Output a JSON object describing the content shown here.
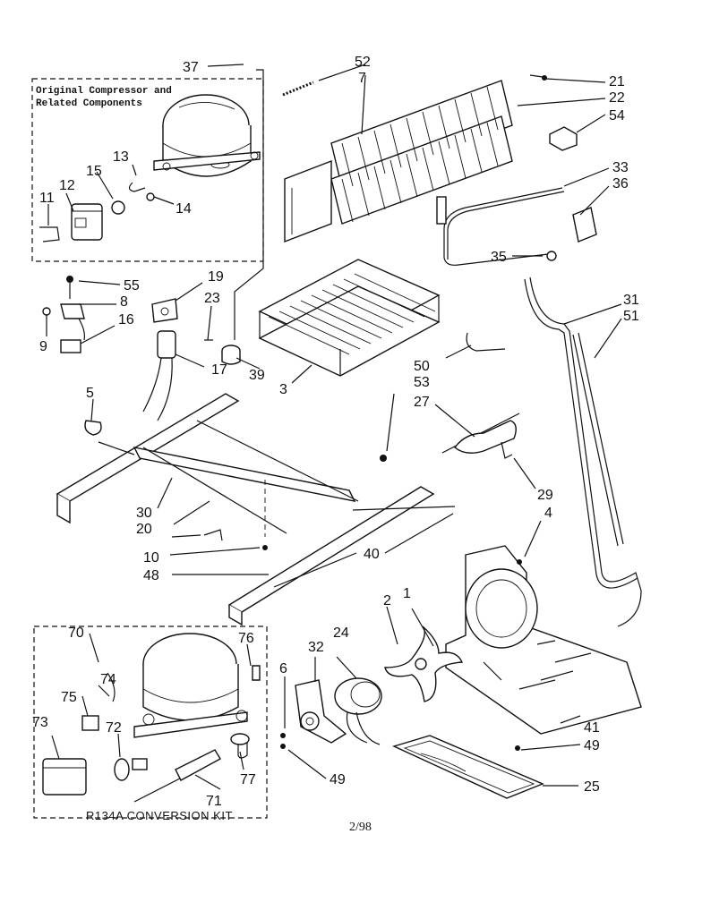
{
  "diagram": {
    "page_number": "2/98",
    "box_original": {
      "title_line1": "Original Compressor and",
      "title_line2": "Related Components"
    },
    "box_kit": {
      "title": "R134A CONVERSION KIT"
    },
    "callouts": {
      "c37": "37",
      "c52": "52",
      "c7": "7",
      "c21": "21",
      "c22": "22",
      "c54": "54",
      "c13": "13",
      "c15": "15",
      "c12": "12",
      "c11": "11",
      "c14": "14",
      "c33": "33",
      "c36": "36",
      "c35": "35",
      "c55": "55",
      "c8": "8",
      "c16": "16",
      "c9": "9",
      "c19": "19",
      "c23": "23",
      "c17": "17",
      "c39": "39",
      "c3": "3",
      "c31": "31",
      "c51": "51",
      "c50": "50",
      "c53": "53",
      "c27": "27",
      "c5": "5",
      "c30": "30",
      "c20": "20",
      "c10": "10",
      "c48": "48",
      "c40": "40",
      "c29": "29",
      "c4": "4",
      "c70": "70",
      "c76": "76",
      "c74": "74",
      "c75": "75",
      "c72": "72",
      "c73": "73",
      "c77": "77",
      "c71": "71",
      "c2": "2",
      "c1": "1",
      "c32": "32",
      "c24": "24",
      "c6": "6",
      "c49a": "49",
      "c49b": "49",
      "c41": "41",
      "c25": "25"
    }
  }
}
